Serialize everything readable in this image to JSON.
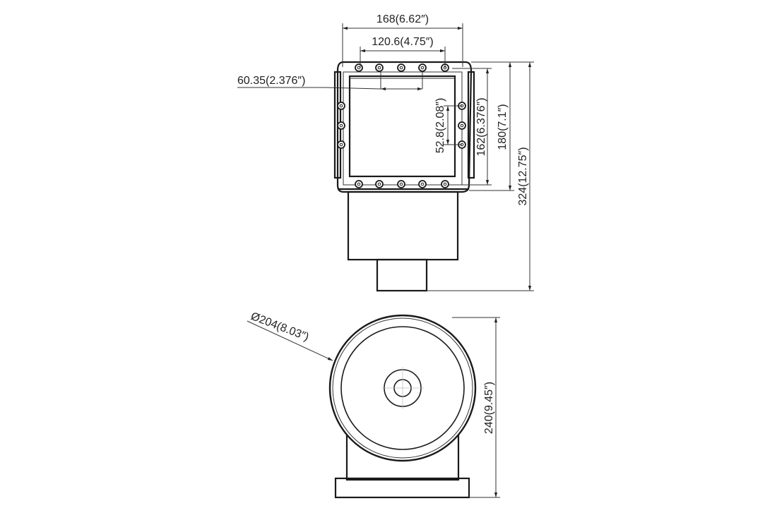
{
  "drawing": {
    "front_view": {
      "dimensions": {
        "overall_width": "168(6.62″)",
        "bolt_span": "120.6(4.75″)",
        "bolt_offset": "60.35(2.376″)",
        "bolt_spacing_vertical": "52.8(2.08″)",
        "opening_height": "162(6.376″)",
        "frame_height": "180(7.1″)",
        "total_height": "324(12.75″)"
      }
    },
    "top_view": {
      "dimensions": {
        "diameter": "Ø204(8.03″)",
        "depth": "240(9.45″)"
      }
    },
    "line_color": "#1a1a1a"
  }
}
